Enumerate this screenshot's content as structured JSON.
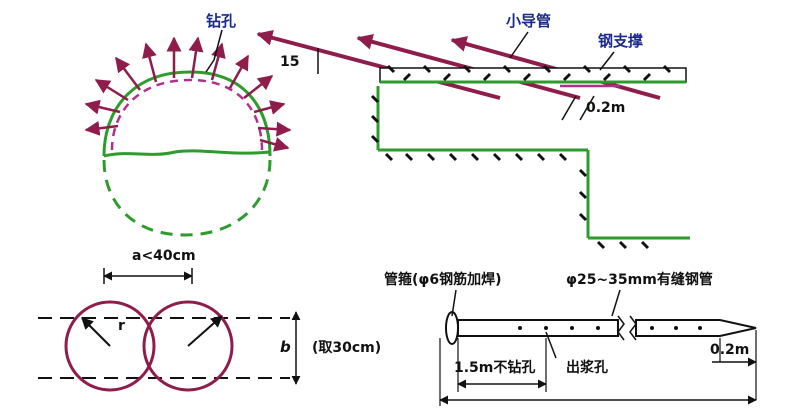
{
  "labels": {
    "drill_hole": "钻孔",
    "small_pipe": "小导管",
    "steel_support": "钢支撑",
    "angle": "15",
    "spacing_02m": "0.2m",
    "a_spacing": "a<40cm",
    "radius": "r",
    "band_width": "b",
    "band_value": "(取30cm)",
    "pipe_hoop": "管箍(φ6钢筋加焊)",
    "pipe_spec": "φ25~35mm有缝钢管",
    "no_drill_length": "1.5m不钻孔",
    "grout_hole": "出浆孔",
    "tip_length": "0.2m"
  },
  "colors": {
    "label": "#1b2a8a",
    "arrow": "#8e1d4c",
    "lining": "#2e9b2e",
    "circle": "#8e1d4c",
    "black": "#111111"
  }
}
